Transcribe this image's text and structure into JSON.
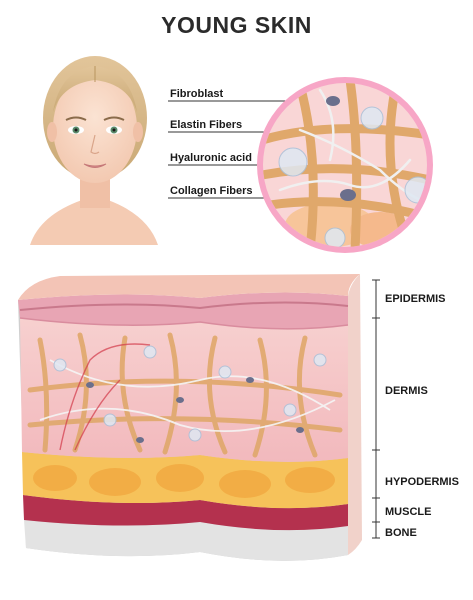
{
  "title": "YOUNG SKIN",
  "callouts": [
    {
      "label": "Fibroblast"
    },
    {
      "label": "Elastin Fibers"
    },
    {
      "label": "Hyaluronic acid"
    },
    {
      "label": "Collagen Fibers"
    }
  ],
  "layers": [
    {
      "label": "EPIDERMIS"
    },
    {
      "label": "DERMIS"
    },
    {
      "label": "HYPODERMIS"
    },
    {
      "label": "MUSCLE"
    },
    {
      "label": "BONE"
    }
  ],
  "colors": {
    "epidermis": "#e8a5b4",
    "dermis": "#f5c6c8",
    "hypodermis": "#f6c25a",
    "muscle": "#b4314e",
    "bone": "#d9d9d9",
    "collagen": "#e0a86b",
    "circle_ring": "#f7a6c6"
  }
}
